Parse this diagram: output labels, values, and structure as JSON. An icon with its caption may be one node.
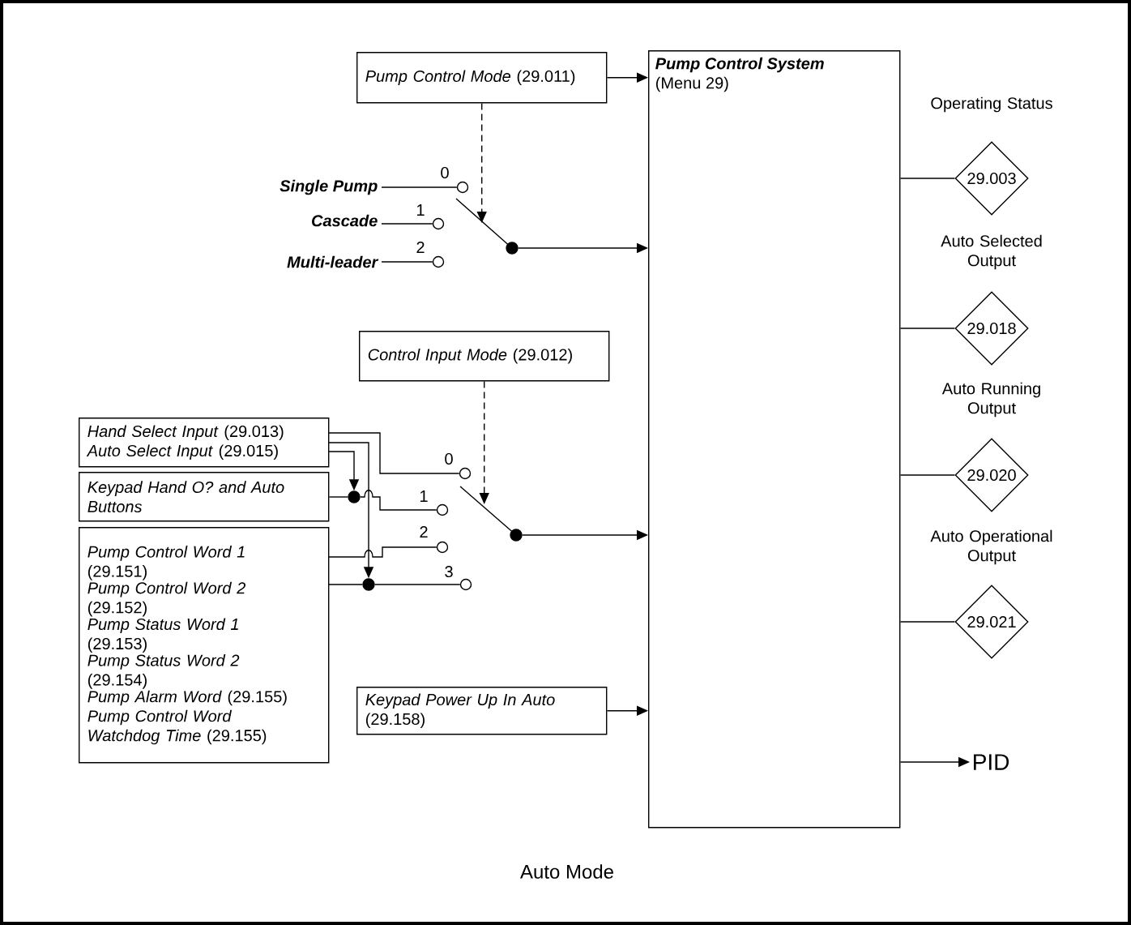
{
  "diagram": {
    "caption": "Auto Mode",
    "nodes": [
      {
        "text": [
          "*Pump Control Mode* (29.011)"
        ]
      },
      {
        "text": [
          "Pump Control System",
          "(Menu 29)"
        ]
      },
      {
        "text": [
          "Single Pump"
        ]
      },
      {
        "text": [
          "Cascade"
        ]
      },
      {
        "text": [
          "Multi-leader"
        ]
      },
      {
        "text": [],
        "shape": "circle",
        "beside": [
          "0"
        ]
      },
      {
        "text": [],
        "shape": "circle",
        "beside": [
          "1"
        ]
      },
      {
        "text": [],
        "shape": "circle",
        "beside": [
          "2"
        ]
      },
      {
        "text": [],
        "shape": "circle"
      },
      {
        "text": [
          "*Control Input Mode* (29.012)"
        ]
      },
      {
        "text": [
          "*Hand Select Input* (29.013)",
          "*Auto Select Input* (29.015)"
        ]
      },
      {
        "text": [
          "Keypad Hand O? and Auto Buttons"
        ]
      },
      {
        "text": [
          "*Pump Control Word 1* (29.151)",
          "*Pump Control Word 2* (29.152)",
          "*Pump Status Word 1* (29.153)",
          "*Pump Status Word 2* (29.154)",
          "*Pump Alarm Word* (29.155)",
          "*Pump Control Word Watchdog Time* (29.155)"
        ]
      },
      {
        "text": [
          "*Keypad Power Up In Auto* (29.158)"
        ]
      },
      {
        "text": [],
        "shape": "circle",
        "beside": [
          "0"
        ]
      },
      {
        "text": [],
        "shape": "circle",
        "beside": [
          "1"
        ]
      },
      {
        "text": [],
        "shape": "circle",
        "beside": [
          "2"
        ]
      },
      {
        "text": [],
        "shape": "circle",
        "beside": [
          "3"
        ]
      },
      {
        "text": [],
        "shape": "circle"
      },
      {
        "text": [],
        "shape": "circle"
      },
      {
        "text": [],
        "shape": "circle"
      },
      {
        "text": [
          "29.003"
        ]
      },
      {
        "text": [
          "29.018"
        ]
      },
      {
        "text": [
          "29.020"
        ]
      },
      {
        "text": [
          "29.021"
        ]
      },
      {
        "text": [
          "PID"
        ]
      }
    ],
    "edges": [
      {
        "from": 0,
        "to": 1,
        "arrow": "to"
      },
      {
        "from": 0,
        "to": 8,
        "arrow": "to",
        "style": "dashed"
      },
      {
        "from": 2,
        "to": 5,
        "arrow": "none"
      },
      {
        "from": 3,
        "to": 6,
        "arrow": "none"
      },
      {
        "from": 4,
        "to": 7,
        "arrow": "none"
      },
      {
        "from": 8,
        "to": 1,
        "arrow": "to"
      },
      {
        "from": 9,
        "to": 18,
        "arrow": "to",
        "style": "dashed"
      },
      {
        "from": 10,
        "to": 14,
        "arrow": "none"
      },
      {
        "from": 10,
        "to": 20,
        "arrow": "to"
      },
      {
        "from": 10,
        "to": 19,
        "arrow": "to"
      },
      {
        "from": 11,
        "to": 19,
        "arrow": "none"
      },
      {
        "from": 19,
        "to": 15,
        "arrow": "none"
      },
      {
        "from": 12,
        "to": 16,
        "arrow": "none"
      },
      {
        "from": 12,
        "to": 20,
        "arrow": "none"
      },
      {
        "from": 20,
        "to": 17,
        "arrow": "none"
      },
      {
        "from": 18,
        "to": 1,
        "arrow": "to"
      },
      {
        "from": 13,
        "to": 1,
        "arrow": "to"
      },
      {
        "from": 1,
        "to": 21,
        "arrow": "none"
      },
      {
        "from": 1,
        "to": 22,
        "arrow": "none"
      },
      {
        "from": 1,
        "to": 23,
        "arrow": "none"
      },
      {
        "from": 1,
        "to": 24,
        "arrow": "none"
      },
      {
        "from": 1,
        "to": 25,
        "arrow": "to"
      }
    ],
    "labels": [
      "Operating Status",
      "Auto Selected Output",
      "Auto Running Output",
      "Auto Operational Output"
    ]
  }
}
